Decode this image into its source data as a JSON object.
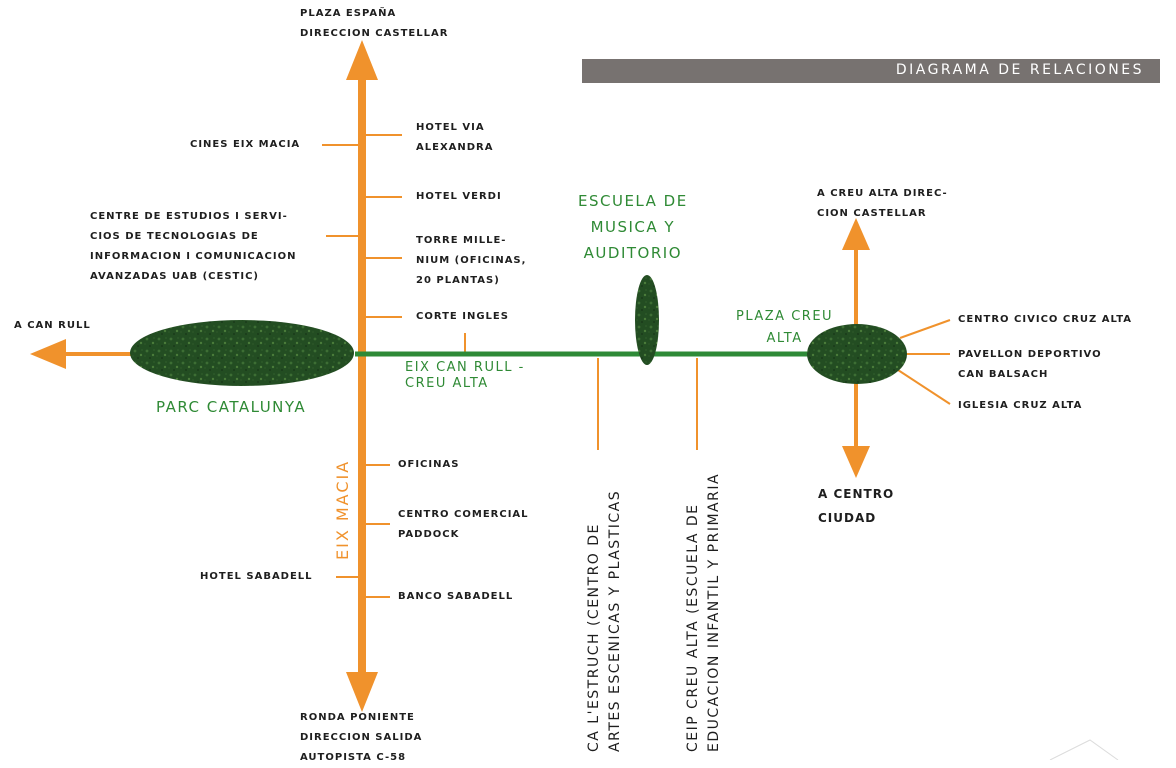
{
  "title": "DIAGRAMA DE RELACIONES",
  "axes": {
    "eix_macia": "EIX MACIA",
    "eix_can_rull": "EIX CAN RULL -\nCREU ALTA"
  },
  "nodes": {
    "parc_catalunya": "PARC CATALUNYA",
    "plaza_creu_alta": "PLAZA CREU\nALTA",
    "escuela_musica": "ESCUELA DE\nMUSICA Y\nAUDITORIO"
  },
  "directions": {
    "north": "PLAZA ESPAÑA\nDIRECCION CASTELLAR",
    "south": "RONDA PONIENTE\nDIRECCION SALIDA\nAUTOPISTA C-58",
    "west": "A CAN RULL",
    "creu_alta_north": "A CREU ALTA DIREC-\nCION CASTELLAR",
    "creu_alta_south": "A CENTRO\nCIUDAD"
  },
  "places": {
    "cines_eix_macia": "CINES EIX MACIA",
    "cestic": "CENTRE DE ESTUDIOS I SERVI-\nCIOS DE TECNOLOGIAS DE\nINFORMACION I COMUNICACION\nAVANZADAS UAB (CESTIC)",
    "hotel_sabadell": "HOTEL SABADELL",
    "hotel_via_alexandra": "HOTEL VIA\nALEXANDRA",
    "hotel_verdi": "HOTEL VERDI",
    "torre_millenium": "TORRE MILLE-\nNIUM (OFICINAS,\n20 PLANTAS)",
    "corte_ingles": "CORTE INGLES",
    "oficinas": "OFICINAS",
    "centro_comercial": "CENTRO COMERCIAL\nPADDOCK",
    "banco_sabadell": "BANCO SABADELL",
    "ca_lestruch": "CA L'ESTRUCH (CENTRO DE\nARTES ESCENICAS Y PLASTICAS",
    "ceip_creu_alta": "CEIP CREU ALTA (ESCUELA DE\nEDUCACION INFANTIL Y PRIMARIA",
    "centro_civico": "CENTRO CIVICO CRUZ ALTA",
    "pavellon": "PAVELLON DEPORTIVO\nCAN BALSACH",
    "iglesia": "IGLESIA CRUZ ALTA"
  },
  "colors": {
    "orange": "#f0922c",
    "green_line": "#2e8a37",
    "green_text": "#2f8a35",
    "title_bar": "#777270"
  }
}
